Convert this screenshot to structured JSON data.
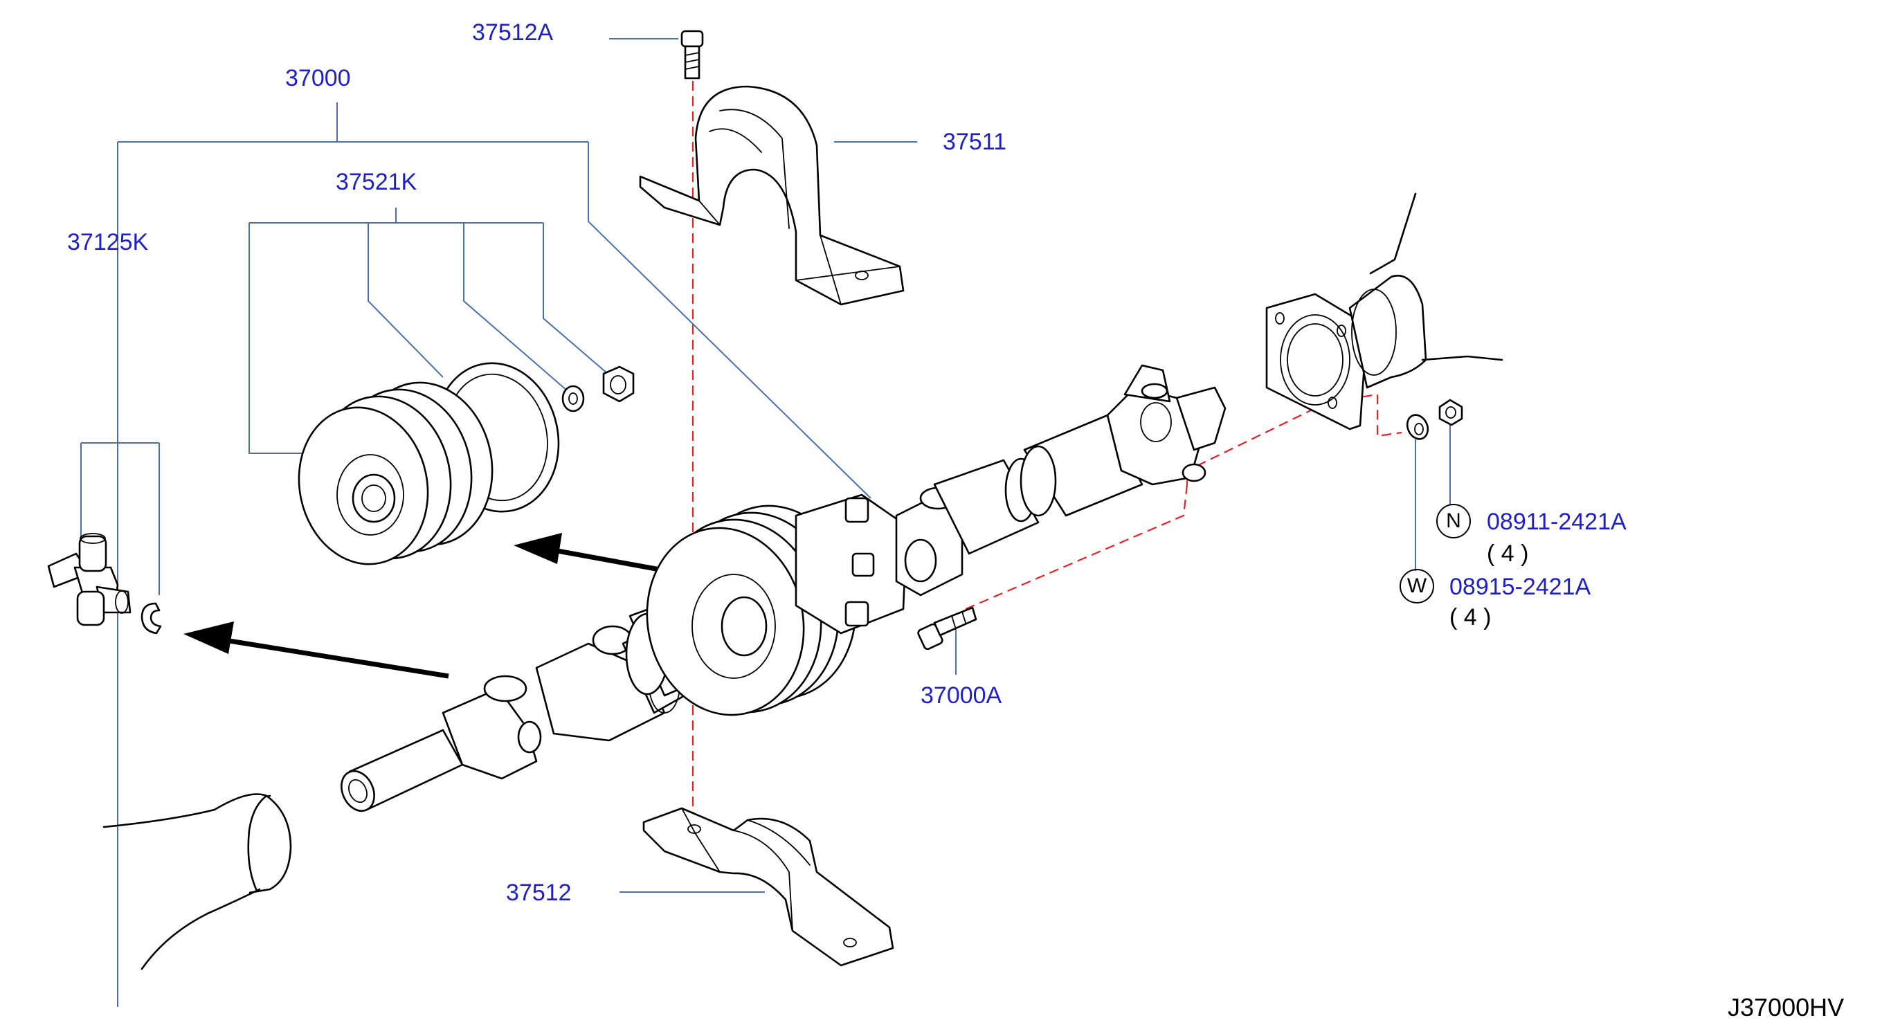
{
  "colors": {
    "callout_text": "#1f1fc8",
    "leader_line": "#4a6fb0",
    "guide_dashed": "#e8202a",
    "drawing": "#000000",
    "background": "#ffffff"
  },
  "callouts": {
    "c37512A": "37512A",
    "c37000": "37000",
    "c37511": "37511",
    "c37521K": "37521K",
    "c37125K": "37125K",
    "c08911": "08911-2421A",
    "c08911_qty": "( 4 )",
    "c08915": "08915-2421A",
    "c08915_qty": "( 4 )",
    "c37000A": "37000A",
    "c37512": "37512"
  },
  "badges": {
    "nut": "N",
    "washer": "W"
  },
  "diagram_code": "J37000HV"
}
